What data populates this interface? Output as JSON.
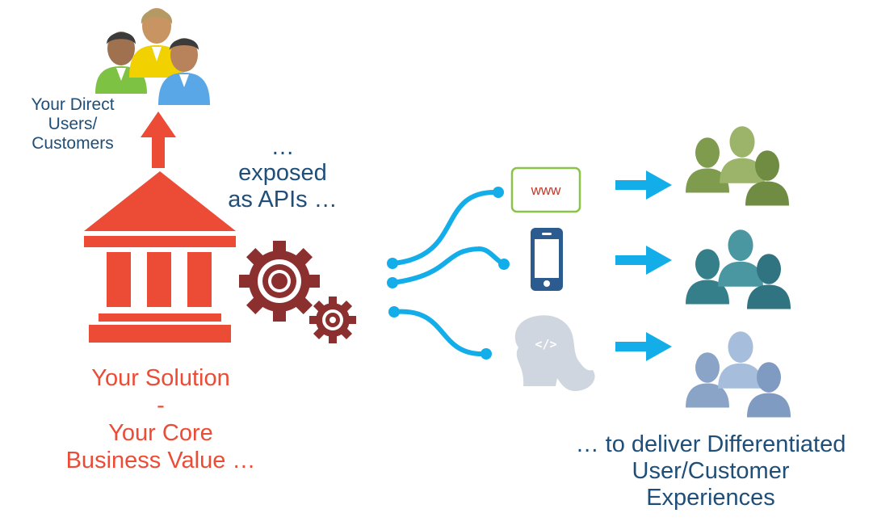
{
  "direct_users": {
    "line1": "Your Direct",
    "line2": "Users/",
    "line3": "Customers"
  },
  "exposed": {
    "line1": "…",
    "line2": "exposed",
    "line3": "as APIs …"
  },
  "solution": {
    "line1": "Your Solution",
    "line2": "-",
    "line3": "Your Core",
    "line4": "Business Value …"
  },
  "deliver": {
    "line1": "… to deliver Differentiated",
    "line2": "User/Customer",
    "line3": "Experiences"
  },
  "www_label": "www",
  "icons": [
    "user-group-icon",
    "bank-building-icon",
    "gears-icon",
    "browser-window-icon",
    "smartphone-icon",
    "developer-head-icon"
  ],
  "colors": {
    "accent_red": "#ec4b36",
    "text_blue": "#1f4e79",
    "connector_blue": "#13aee9",
    "gear_maroon": "#8b2f2f",
    "www_border": "#8bc34a",
    "phone_blue": "#2c5b8f",
    "dev_head_gray": "#cfd6df",
    "group_green": "#8aa55a",
    "group_teal": "#3f8c98",
    "group_lightblue": "#8ea9cf"
  }
}
